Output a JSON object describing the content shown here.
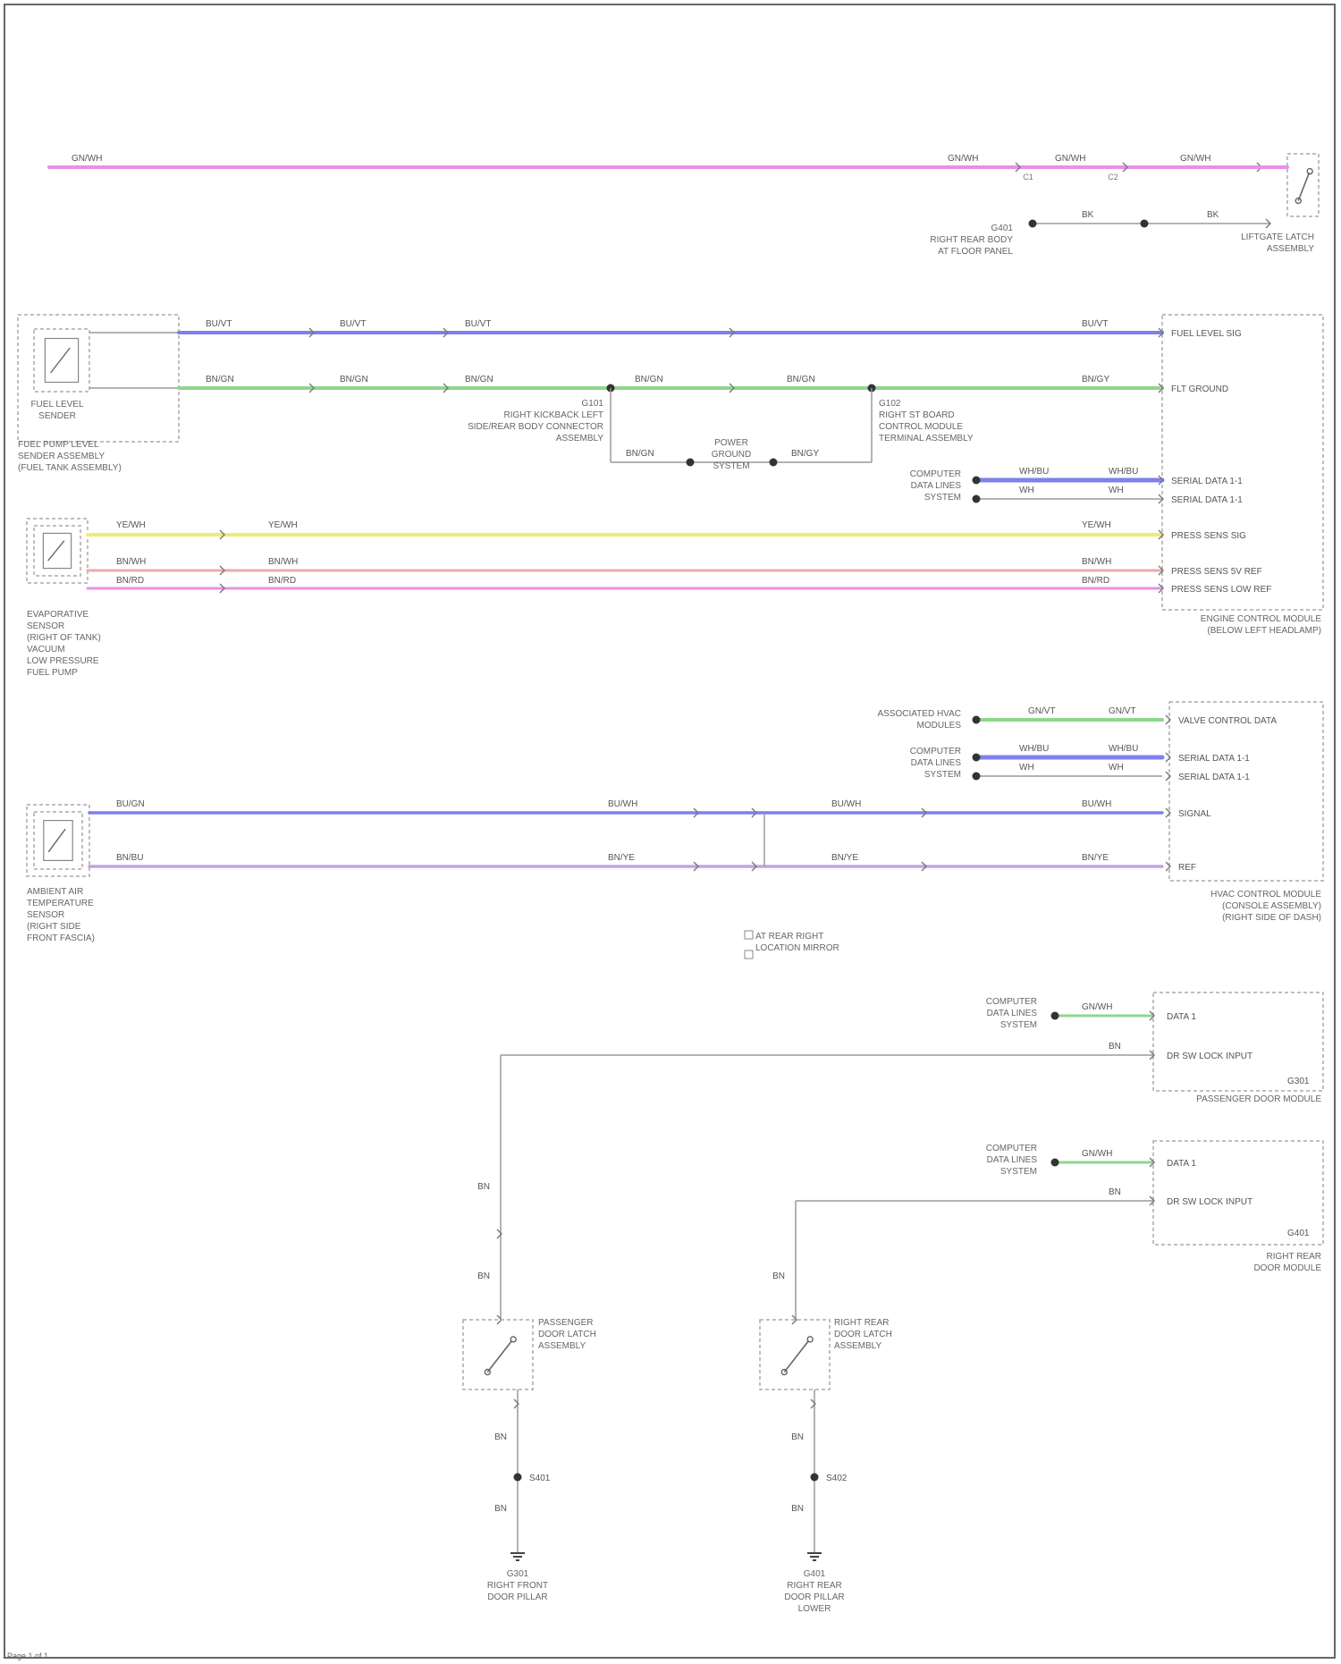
{
  "colors": {
    "pink": "#e98fe8",
    "blue": "#7f7ff0",
    "green": "#8fd68f",
    "yellow": "#eded75",
    "salmon": "#f0a8a8",
    "lavender": "#c3a3e3",
    "grey": "#9a9a9a",
    "dark": "#555555"
  },
  "wires": {
    "top_pink_1": "GN/WH",
    "top_pink_2": "GN/WH",
    "top_pink_3": "GN/WH",
    "top_pink_4": "GN/WH",
    "top_ground": "BK",
    "fuel_blue_1": "BU/VT",
    "fuel_blue_2": "BU/VT",
    "fuel_blue_3": "BU/VT",
    "fuel_blue_4": "BU/VT",
    "fuel_green_1": "BN/GN",
    "fuel_green_2": "BN/GN",
    "fuel_green_3": "BN/GN",
    "fuel_green_4": "BN/GN",
    "fuel_green_5": "BN/GN",
    "fuel_green_6": "BN/GY",
    "ground_left": "BN/GN",
    "ground_right": "BN/GY",
    "can_h": "WH/BU",
    "can_l": "WH",
    "evap_yellow_1": "YE/WH",
    "evap_yellow_2": "YE/WH",
    "evap_yellow_3": "YE/WH",
    "evap_salmon_1": "BN/WH",
    "evap_salmon_2": "BN/WH",
    "evap_salmon_3": "BN/WH",
    "evap_pink_1": "BN/RD",
    "evap_pink_2": "BN/RD",
    "evap_pink_3": "BN/RD",
    "hvac_green": "GN/VT",
    "amb_blue_1": "BU/GN",
    "amb_blue_2": "BU/WH",
    "amb_blue_3": "BU/WH",
    "amb_blue_4": "BU/WH",
    "amb_lav_1": "BN/BU",
    "amb_lav_2": "BN/YE",
    "amb_lav_3": "BN/YE",
    "amb_lav_4": "BN/YE",
    "pdm_green": "GN/WH",
    "pdm_vert": "BN",
    "rrdm_green": "GN/WH",
    "rrdm_vert": "BN"
  },
  "components": {
    "liftgate_switch": [
      "LIFTGATE LATCH",
      "ASSEMBLY"
    ],
    "rear_ground": [
      "G401",
      "RIGHT REAR BODY",
      "AT FLOOR PANEL"
    ],
    "fuel_sender": [
      "FUEL LEVEL",
      "SENDER"
    ],
    "fuel_pump": [
      "FUEL PUMP LEVEL",
      "SENDER ASSEMBLY",
      "(FUEL TANK ASSEMBLY)"
    ],
    "ground_left": [
      "G101",
      "RIGHT KICKBACK LEFT",
      "SIDE/REAR BODY CONNECTOR",
      "ASSEMBLY"
    ],
    "ground_right": [
      "G102",
      "RIGHT ST BOARD",
      "CONTROL MODULE",
      "TERMINAL ASSEMBLY"
    ],
    "power_ground": [
      "POWER",
      "GROUND",
      "SYSTEM"
    ],
    "pcm": [
      "ENGINE CONTROL MODULE",
      "(BELOW LEFT HEADLAMP)"
    ],
    "pcm_pins": [
      "FUEL LEVEL SIG",
      "FLT GROUND",
      "SERIAL DATA 1-1",
      "SERIAL DATA 1-1",
      "PRESS SENS SIG",
      "PRESS SENS 5V REF",
      "PRESS SENS LOW REF"
    ],
    "comm_system": [
      "COMPUTER",
      "DATA LINES",
      "SYSTEM"
    ],
    "evap_sensor": [
      "EVAPORATIVE",
      "SENSOR",
      "(RIGHT OF TANK)",
      "VACUUM",
      "LOW PRESSURE",
      "FUEL PUMP"
    ],
    "hvac_module": [
      "HVAC CONTROL MODULE",
      "(CONSOLE ASSEMBLY)",
      "(RIGHT SIDE OF DASH)"
    ],
    "hvac_pins": [
      "VALVE CONTROL DATA",
      "SERIAL DATA 1-1",
      "SERIAL DATA 1-1",
      "SIGNAL",
      "REF"
    ],
    "hvac_sys": [
      "ASSOCIATED HVAC",
      "MODULES"
    ],
    "amb_sensor": [
      "AMBIENT AIR",
      "TEMPERATURE",
      "SENSOR",
      "(RIGHT SIDE",
      "FRONT FASCIA)"
    ],
    "notes": [
      "AT REAR RIGHT",
      "LOCATION MIRROR"
    ],
    "pdm": [
      "PASSENGER DOOR MODULE"
    ],
    "pdm_pins": [
      "DATA 1",
      "DR SW LOCK INPUT",
      "G301"
    ],
    "rrdm": [
      "RIGHT REAR",
      "DOOR MODULE"
    ],
    "rrdm_pins": [
      "DATA 1",
      "DR SW LOCK INPUT",
      "G401"
    ],
    "pd_latch": [
      "PASSENGER",
      "DOOR LATCH",
      "ASSEMBLY"
    ],
    "rr_latch": [
      "RIGHT REAR",
      "DOOR LATCH",
      "ASSEMBLY"
    ],
    "splice_left": "S401",
    "splice_right": "S402",
    "ground_pd": [
      "G301",
      "RIGHT FRONT",
      "DOOR PILLAR"
    ],
    "ground_rr": [
      "G401",
      "RIGHT REAR",
      "DOOR PILLAR",
      "LOWER"
    ]
  },
  "footer": "Page 1 of 1"
}
